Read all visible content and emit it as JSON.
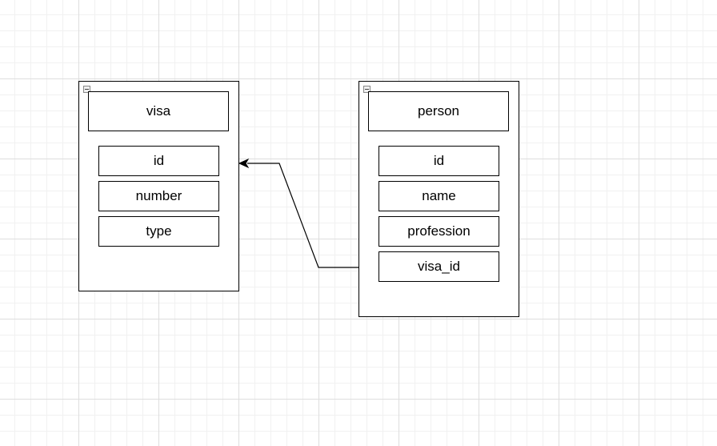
{
  "entities": {
    "visa": {
      "title": "visa",
      "fields": [
        "id",
        "number",
        "type"
      ]
    },
    "person": {
      "title": "person",
      "fields": [
        "id",
        "name",
        "profession",
        "visa_id"
      ]
    }
  },
  "relations": [
    {
      "from": "person.visa_id",
      "to": "visa.id"
    }
  ],
  "colors": {
    "stroke": "#000000",
    "grid": "#dedede",
    "background": "#ffffff"
  }
}
